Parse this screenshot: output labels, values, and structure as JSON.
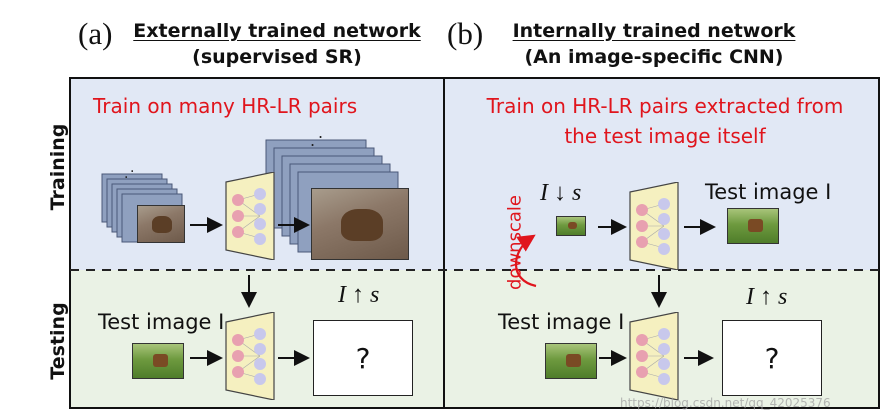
{
  "header": {
    "left": {
      "tag": "(a)",
      "title": "Externally trained network",
      "subtitle": "(supervised SR)"
    },
    "right": {
      "tag": "(b)",
      "title": "Internally trained network",
      "subtitle": "(An image-specific CNN)"
    }
  },
  "rows": {
    "training": "Training",
    "testing": "Testing"
  },
  "left_panel": {
    "train_caption": "Train on many HR-LR pairs",
    "test_label": "Test image I",
    "output_label": "I ↑ s",
    "unknown": "?"
  },
  "right_panel": {
    "train_caption_line1": "Train on HR-LR pairs extracted from",
    "train_caption_line2": "the test image itself",
    "input_label": "I ↓ s",
    "target_label": "Test image I",
    "downscale": "downscale",
    "test_label": "Test image I",
    "output_label": "I ↑ s",
    "unknown": "?"
  },
  "watermark": "https://blog.csdn.net/qq_42025376",
  "colors": {
    "training_bg": "#e1e8f5",
    "testing_bg": "#eaf2e5",
    "caption_red": "#e0151d",
    "network_fill": "#f5f0c0",
    "node_pink": "#e8a0b0",
    "node_lavender": "#c8c8ec"
  }
}
